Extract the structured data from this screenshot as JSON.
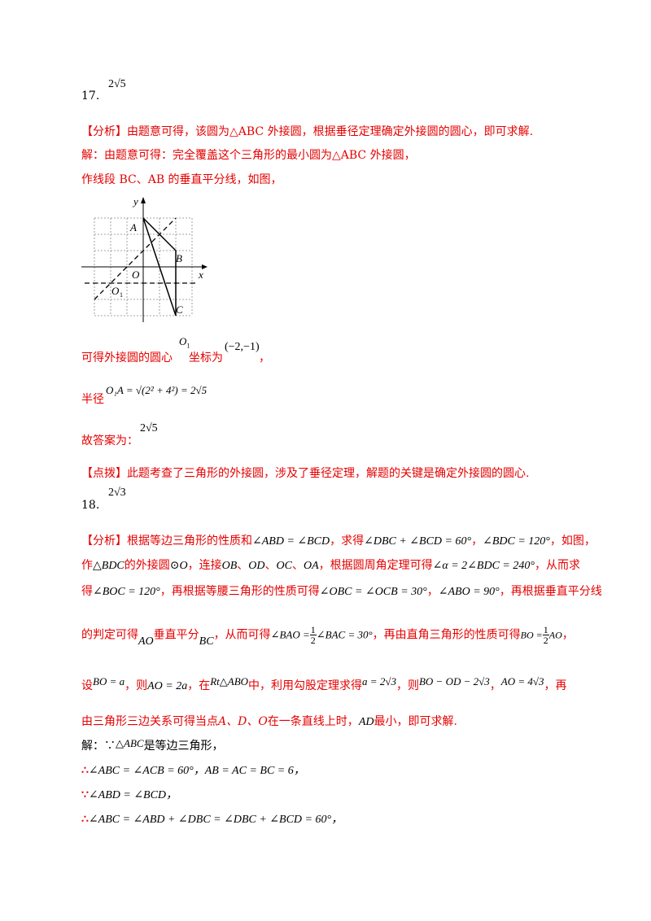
{
  "q17": {
    "number": "17.",
    "answer": "2√5",
    "analysis_tag": "【分析】",
    "analysis_text": "由题意可得，该圆为△ABC 外接圆，根据垂径定理确定外接圆的圆心，即可求解.",
    "sol_line1": "解：由题意可得：完全覆盖这个三角形的最小圆为△ABC 外接圆，",
    "sol_line2": "作线段 BC、AB 的垂直平分线，如图，",
    "figure": {
      "label_y": "y",
      "label_x": "x",
      "label_A": "A",
      "label_B": "B",
      "label_C": "C",
      "label_O": "O",
      "label_O1": "O",
      "label_O1_sub": "1"
    },
    "center_text_a": "可得外接圆的圆心",
    "center_O1": "O",
    "center_O1_sub": "1",
    "center_text_b": "坐标为",
    "center_coords": "(−2,−1)",
    "center_tail": "，",
    "radius_label": "半径",
    "radius_expr": "O₁A = √(2² + 4²) = 2√5",
    "answer_label": "故答案为：",
    "answer_value": "2√5",
    "remark_tag": "【点拨】",
    "remark_text": "此题考查了三角形的外接圆，涉及了垂径定理，解题的关键是确定外接圆的圆心."
  },
  "q18": {
    "number": "18.",
    "answer": "2√3",
    "analysis_tag": "【分析】",
    "a_l1_a": "根据等边三角形的性质和",
    "a_l1_m1": "∠ABD = ∠BCD",
    "a_l1_b": "，求得",
    "a_l1_m2": "∠DBC + ∠BCD = 60°",
    "a_l1_c": "，",
    "a_l1_m3": "∠BDC = 120°",
    "a_l1_d": "，如图，",
    "a_l2_a": "作",
    "a_l2_m1": "△BDC",
    "a_l2_b": "的外接圆",
    "a_l2_m2": "⊙O",
    "a_l2_c": "，连接",
    "a_l2_m3": "OB",
    "a_l2_d": "、",
    "a_l2_m4": "OD",
    "a_l2_e": "、",
    "a_l2_m5": "OC",
    "a_l2_f": "、",
    "a_l2_m6": "OA",
    "a_l2_g": "，根据圆周角定理可得",
    "a_l2_m7": "∠α = 2∠BDC = 240°",
    "a_l2_h": "，从而求",
    "a_l3_a": "得",
    "a_l3_m1": "∠BOC = 120°",
    "a_l3_b": "，再根据等腰三角形的性质可得",
    "a_l3_m2": "∠OBC = ∠OCB = 30°",
    "a_l3_c": "，",
    "a_l3_m3": "∠ABO = 90°",
    "a_l3_d": "，再根据垂直平分线",
    "a_l4_a": "的判定可得",
    "a_l4_m1": "AO",
    "a_l4_b": "垂直平分",
    "a_l4_m2": "BC",
    "a_l4_c": "，从而可得",
    "a_l4_m3a": "∠BAO =",
    "a_l4_f1n": "1",
    "a_l4_f1d": "2",
    "a_l4_m3b": "∠BAC = 30°",
    "a_l4_d": "，再由直角三角形的性质可得",
    "a_l4_m4a": "BO =",
    "a_l4_f2n": "1",
    "a_l4_f2d": "2",
    "a_l4_m4b": "AO",
    "a_l4_e": "，",
    "a_l5_a": "设",
    "a_l5_m1": "BO = a",
    "a_l5_b": "，则",
    "a_l5_m2": "AO = 2a",
    "a_l5_c": "，在",
    "a_l5_m3": "Rt△ABO",
    "a_l5_d": "中，利用勾股定理求得",
    "a_l5_m4": "a = 2√3",
    "a_l5_e": "，则",
    "a_l5_m5": "BO − OD − 2√3",
    "a_l5_f": "，",
    "a_l5_m6": "AO = 4√3",
    "a_l5_g": "，再",
    "a_l6_a": "由三角形三边关系可得当点",
    "a_l6_m1": "A、D、O",
    "a_l6_b": "在一条直线上时，",
    "a_l6_m2": "AD",
    "a_l6_c": "最小，即可求解.",
    "s1_a": "解：∵",
    "s1_m": "△ABC",
    "s1_b": "是等边三角形，",
    "s2_a": "∴",
    "s2_m": "∠ABC = ∠ACB = 60°，AB = AC = BC = 6，",
    "s3_a": "∵",
    "s3_m": "∠ABD = ∠BCD，",
    "s4_a": "∴",
    "s4_m": "∠ABC = ∠ABD + ∠DBC = ∠DBC + ∠BCD = 60°，"
  }
}
